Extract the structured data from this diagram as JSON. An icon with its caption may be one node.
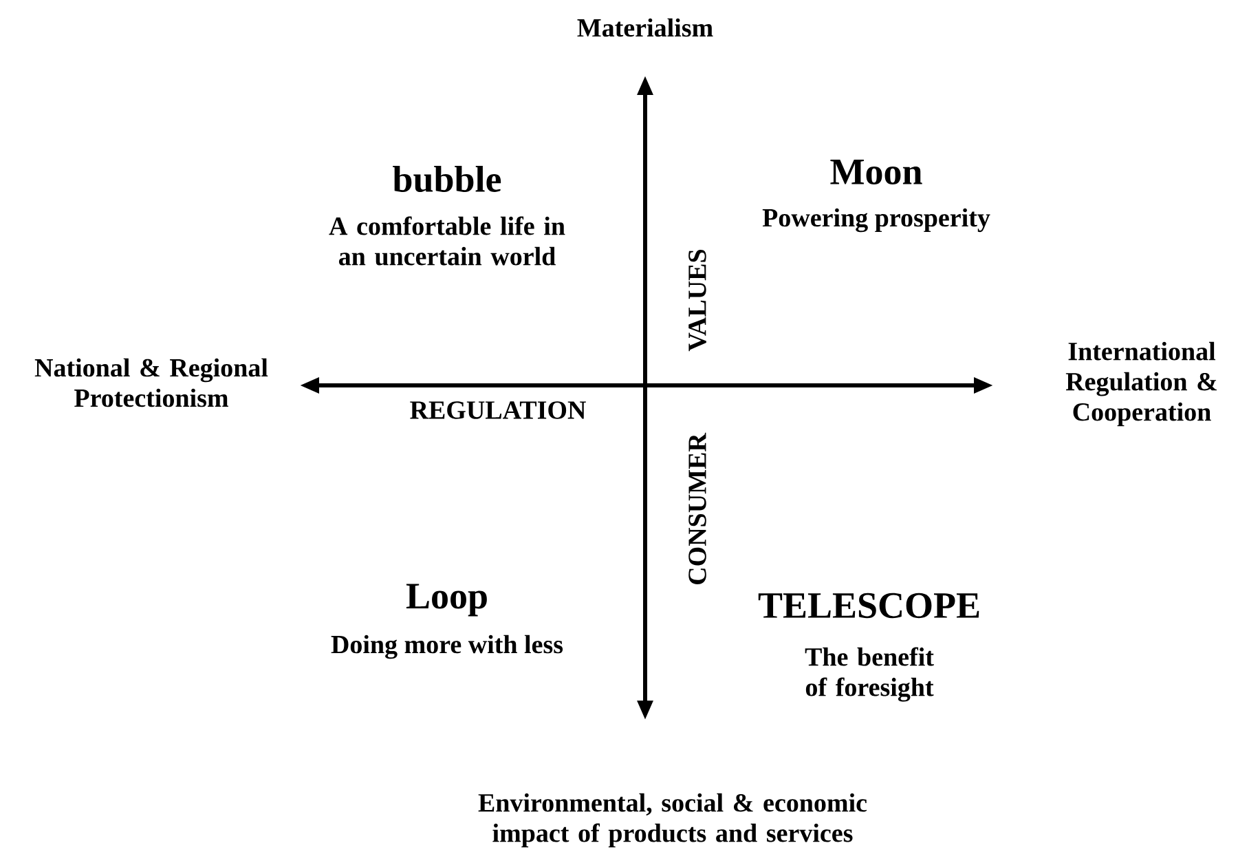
{
  "diagram": {
    "labels": [
      "Materialism",
      "bubble",
      "A comfortable life in an uncertain world",
      "Moon",
      "Powering prosperity",
      "VALUES",
      "National & Regional Protectionism",
      "International Regulation & Cooperation",
      "REGULATION",
      "CONSUMER",
      "Loop",
      "Doing more with less",
      "TELESCOPE",
      "The benefit of foresight",
      "Environmental, social & economic impact of products and services"
    ]
  }
}
